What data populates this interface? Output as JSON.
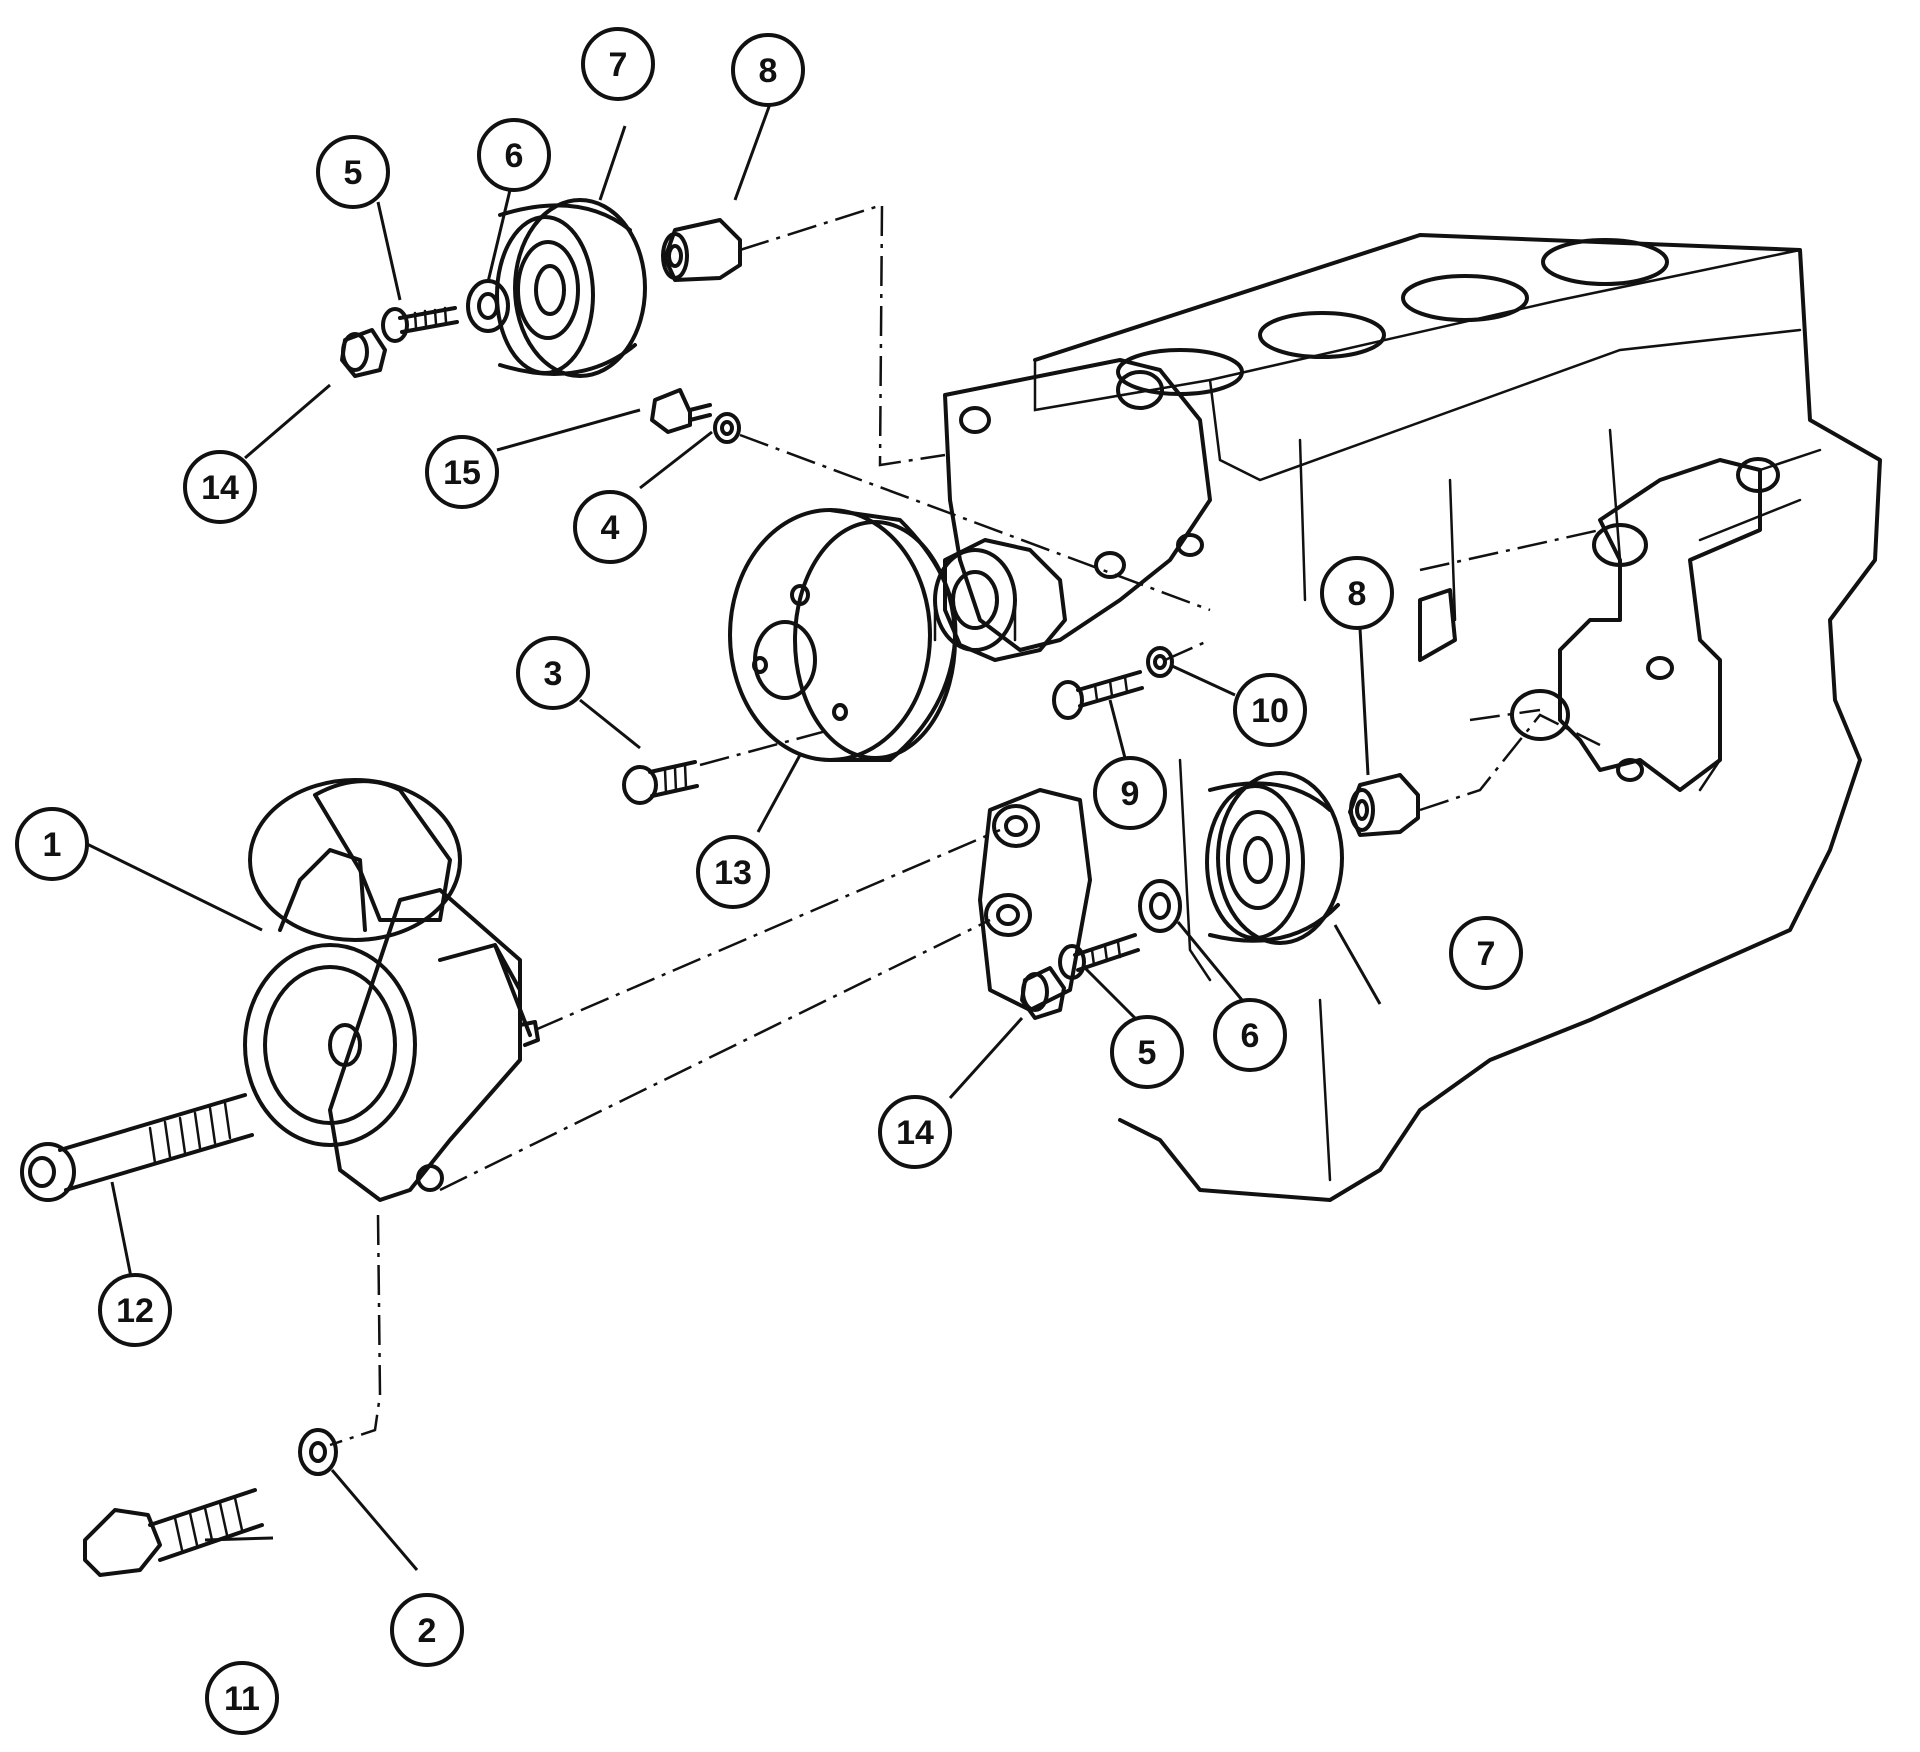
{
  "colors": {
    "ink": "#111111",
    "paper": "#ffffff"
  },
  "callouts": [
    {
      "id": "c1",
      "label": "1"
    },
    {
      "id": "c2",
      "label": "2"
    },
    {
      "id": "c3",
      "label": "3"
    },
    {
      "id": "c4",
      "label": "4"
    },
    {
      "id": "c5a",
      "label": "5"
    },
    {
      "id": "c5b",
      "label": "5"
    },
    {
      "id": "c6a",
      "label": "6"
    },
    {
      "id": "c6b",
      "label": "6"
    },
    {
      "id": "c7a",
      "label": "7"
    },
    {
      "id": "c7b",
      "label": "7"
    },
    {
      "id": "c8a",
      "label": "8"
    },
    {
      "id": "c8b",
      "label": "8"
    },
    {
      "id": "c9",
      "label": "9"
    },
    {
      "id": "c10",
      "label": "10"
    },
    {
      "id": "c11",
      "label": "11"
    },
    {
      "id": "c12",
      "label": "12"
    },
    {
      "id": "c13",
      "label": "13"
    },
    {
      "id": "c14a",
      "label": "14"
    },
    {
      "id": "c14b",
      "label": "14"
    },
    {
      "id": "c15",
      "label": "15"
    }
  ]
}
